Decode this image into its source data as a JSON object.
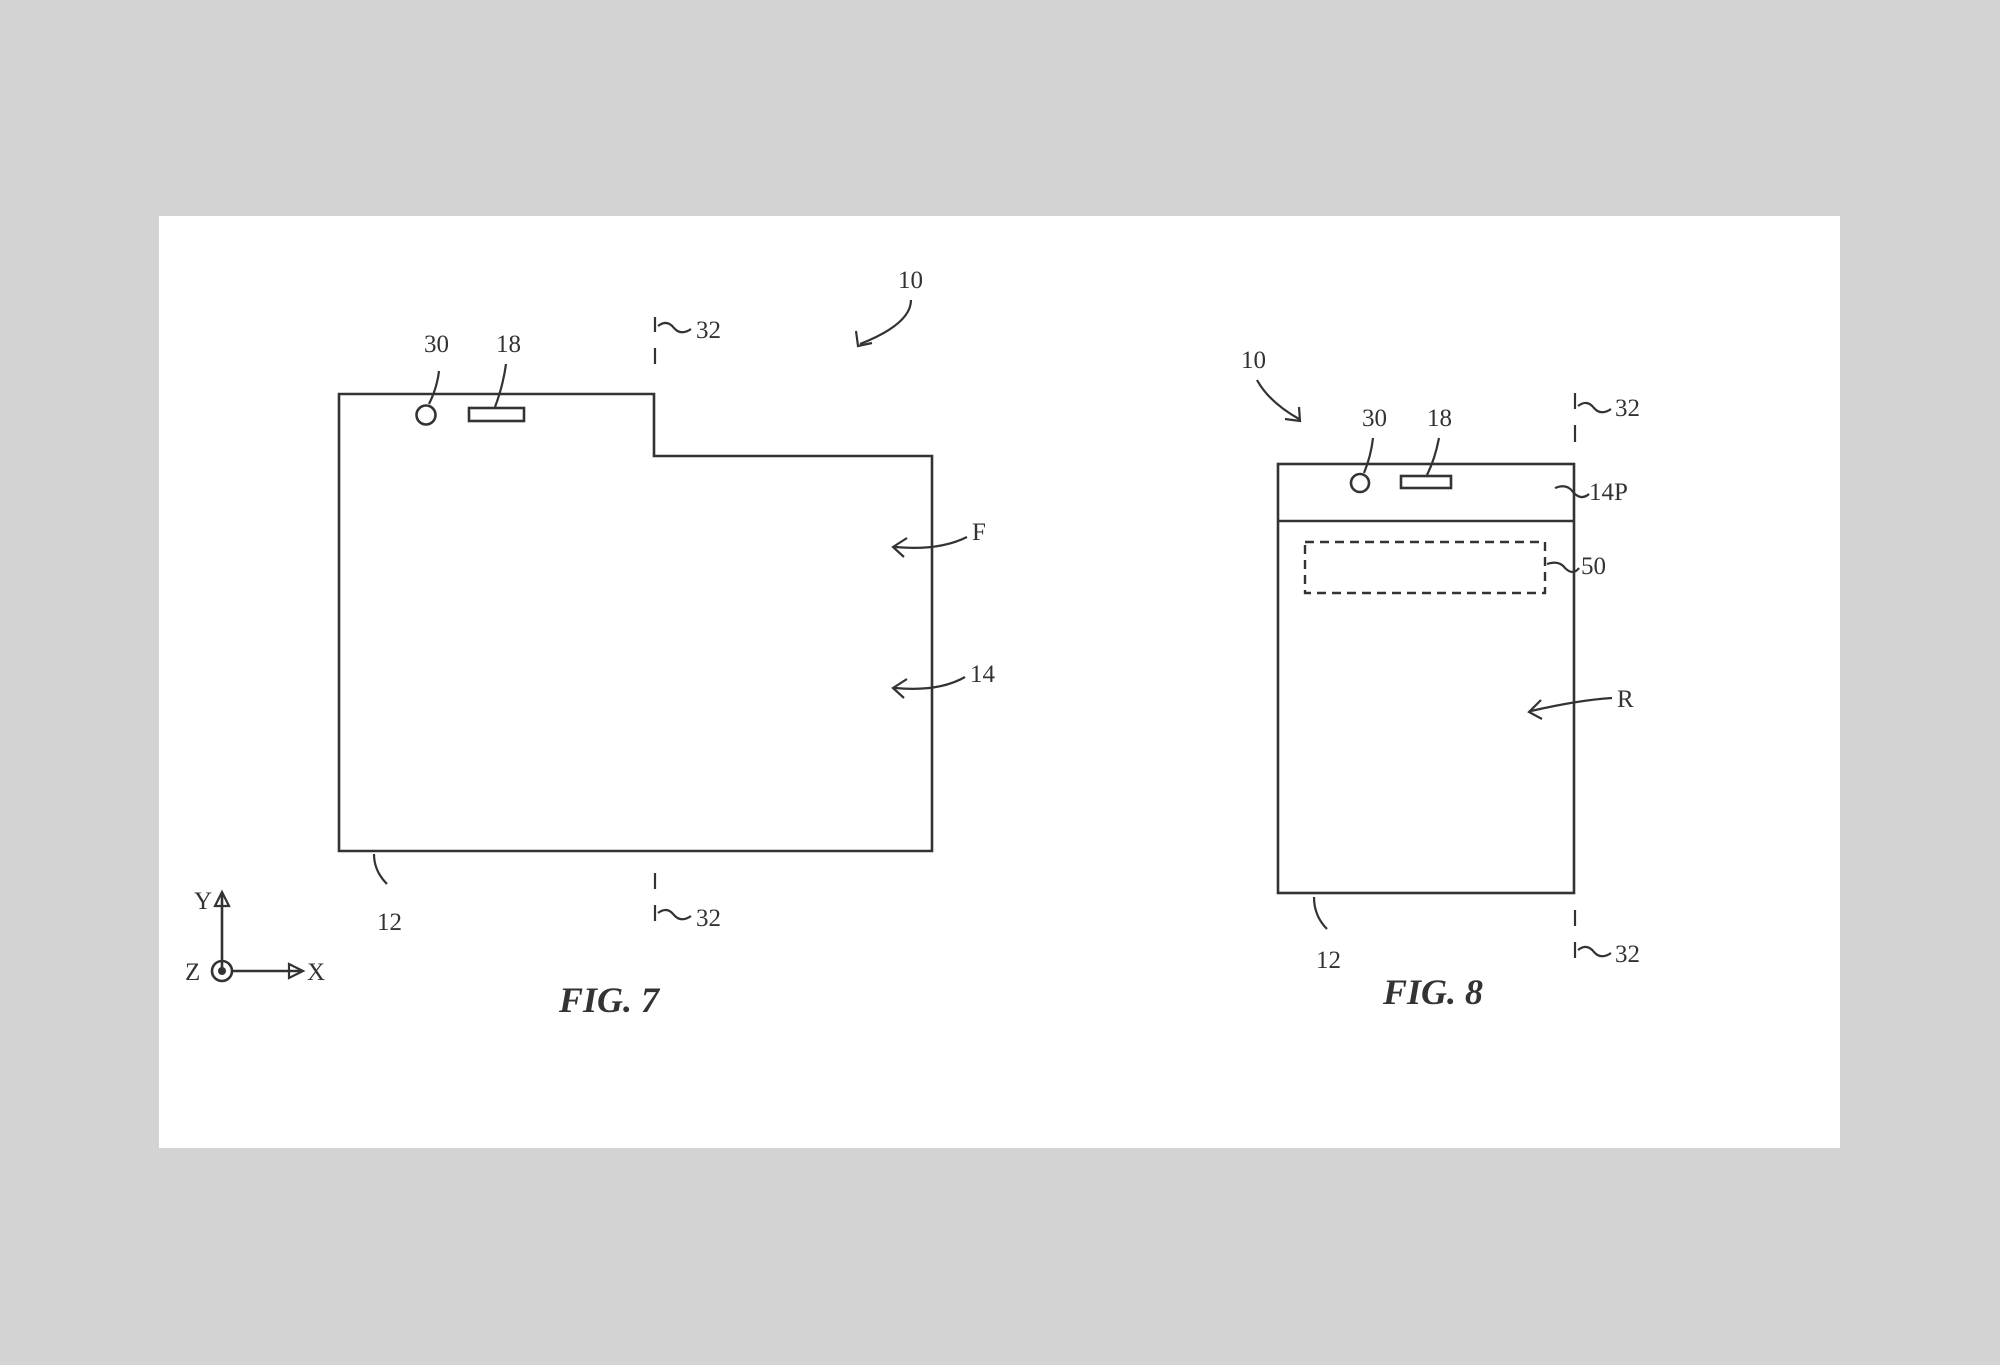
{
  "figures": {
    "fig7": {
      "caption": "FIG. 7",
      "labels": {
        "device": "10",
        "camera": "30",
        "speaker": "18",
        "axis_top": "32",
        "axis_bottom": "32",
        "front": "F",
        "display": "14",
        "housing": "12"
      }
    },
    "fig8": {
      "caption": "FIG. 8",
      "labels": {
        "device": "10",
        "camera": "30",
        "speaker": "18",
        "axis_top": "32",
        "axis_bottom": "32",
        "display_portion": "14P",
        "region": "50",
        "rear": "R",
        "housing": "12"
      }
    }
  },
  "axes": {
    "y": "Y",
    "x": "X",
    "z": "Z"
  },
  "colors": {
    "background": "#d3d3d3",
    "sheet": "#ffffff",
    "ink": "#333333"
  }
}
